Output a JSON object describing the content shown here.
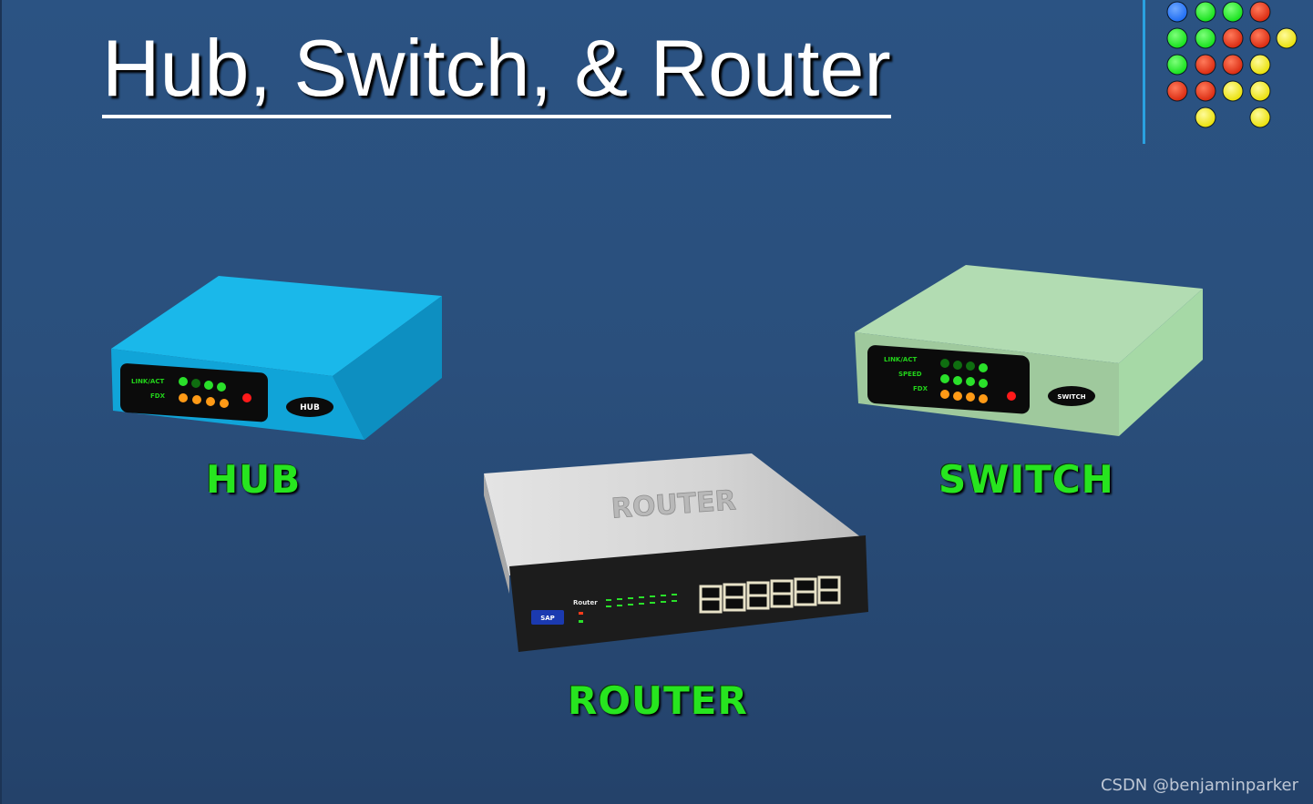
{
  "slide": {
    "title": "Hub, Switch, & Router",
    "decor_dot_colors": {
      "blue": "#1e6cf2",
      "green": "#14e01a",
      "red": "#e0301a",
      "yellow": "#f2ea10"
    },
    "divider_color": "#2aa1e0",
    "label_color": "#27e51f"
  },
  "devices": {
    "hub": {
      "label": "HUB",
      "badge": "HUB",
      "panel_labels": [
        "LINK/ACT",
        "FDX"
      ],
      "body_color": "#12a9dc"
    },
    "switch": {
      "label": "SWITCH",
      "badge": "SWITCH",
      "panel_labels": [
        "LINK/ACT",
        "SPEED",
        "FDX"
      ],
      "body_color": "#a6d8a8"
    },
    "router": {
      "label": "ROUTER",
      "top_text": "ROUTER",
      "brand": "SAP",
      "panel_label": "Router",
      "body_color": "#cfcfcf"
    }
  },
  "watermark": "CSDN @benjaminparker"
}
